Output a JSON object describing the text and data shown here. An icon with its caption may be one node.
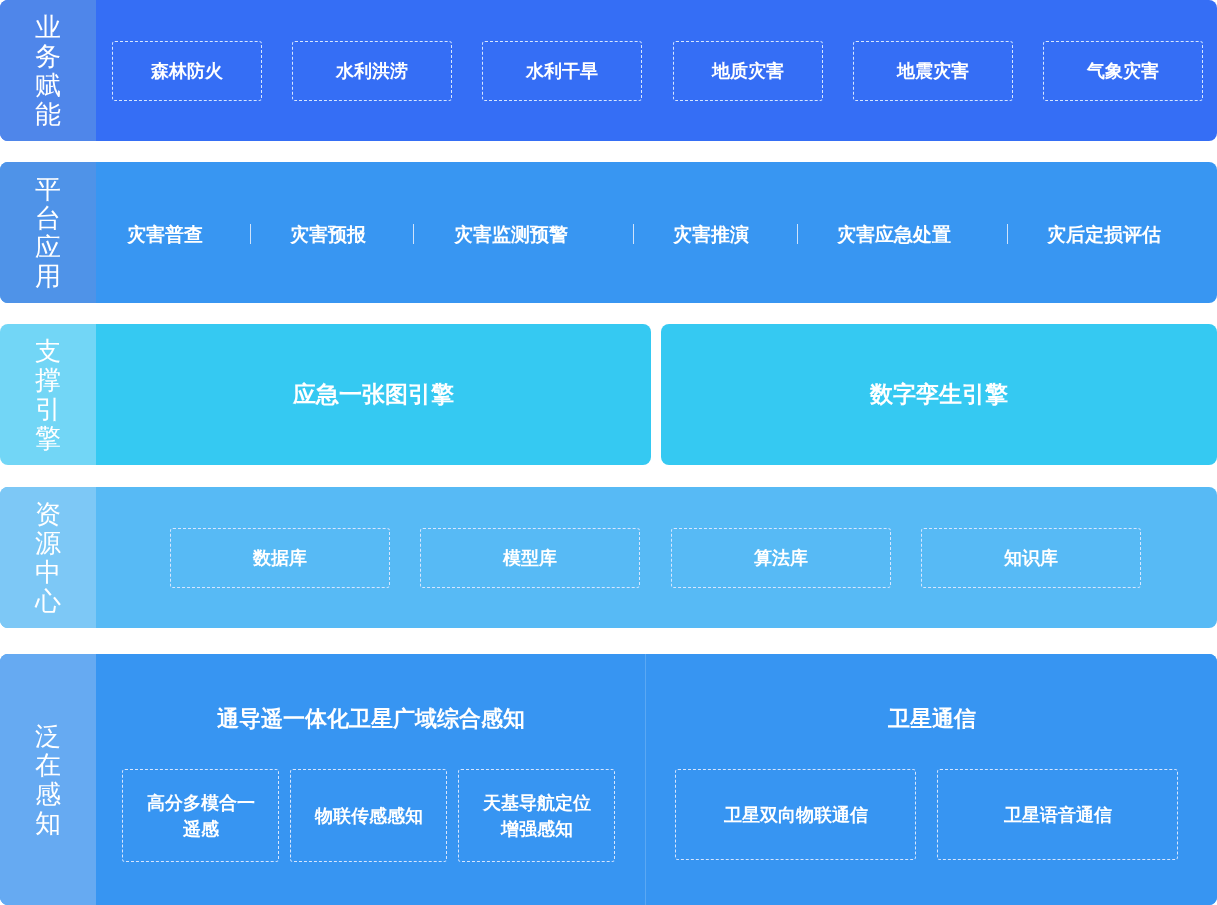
{
  "diagram": {
    "nodes": [
      {
        "text": [
          "业务赋能"
        ]
      },
      {
        "text": [
          "森林防火"
        ],
        "in": 0
      },
      {
        "text": [
          "水利洪涝"
        ],
        "in": 0
      },
      {
        "text": [
          "水利干旱"
        ],
        "in": 0
      },
      {
        "text": [
          "地质灾害"
        ],
        "in": 0
      },
      {
        "text": [
          "地震灾害"
        ],
        "in": 0
      },
      {
        "text": [
          "气象灾害"
        ],
        "in": 0
      },
      {
        "text": [
          "平台应用"
        ]
      },
      {
        "text": [
          "支撑引擎"
        ]
      },
      {
        "text": [
          "应急一张图引擎"
        ]
      },
      {
        "text": [
          "数字孪生引擎"
        ]
      },
      {
        "text": [
          "资源中心"
        ]
      },
      {
        "text": [
          "数据库"
        ],
        "in": 11
      },
      {
        "text": [
          "模型库"
        ],
        "in": 11
      },
      {
        "text": [
          "算法库"
        ],
        "in": 11
      },
      {
        "text": [
          "知识库"
        ],
        "in": 11
      },
      {
        "text": [
          "泛在感知"
        ]
      },
      {
        "text": [
          "通导遥一体化卫星广域综合感知"
        ],
        "in": 16
      },
      {
        "text": [
          "高分多模合一遥感"
        ],
        "in": 17
      },
      {
        "text": [
          "物联传感感知"
        ],
        "in": 17
      },
      {
        "text": [
          "天基导航定位增强感知"
        ],
        "in": 17
      },
      {
        "text": [
          "卫星通信"
        ],
        "in": 16
      },
      {
        "text": [
          "卫星双向物联通信"
        ],
        "in": 21
      },
      {
        "text": [
          "卫星语音通信"
        ],
        "in": 21
      }
    ],
    "labels": [
      "灾害普查",
      "灾害预报",
      "灾害监测预警",
      "灾害推演",
      "灾害应急处置",
      "灾后定损评估"
    ]
  }
}
